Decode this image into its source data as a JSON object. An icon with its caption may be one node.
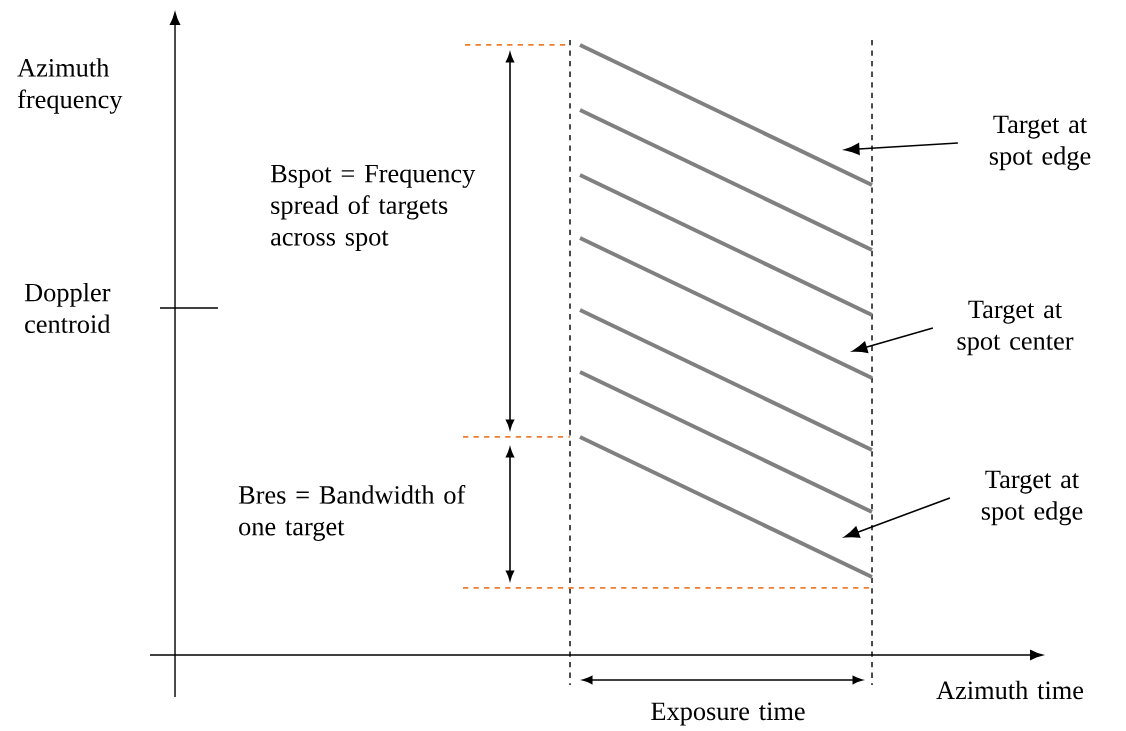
{
  "diagram": {
    "nodes": [
      {
        "text": [
          "Target at spot edge"
        ]
      },
      {
        "text": [
          "Target at spot center"
        ]
      },
      {
        "text": [
          "Target at spot edge"
        ]
      }
    ],
    "edges": [
      {
        "from": 0,
        "to": null,
        "arrow": "to"
      },
      {
        "from": 1,
        "to": null,
        "arrow": "to"
      },
      {
        "from": 2,
        "to": null,
        "arrow": "to"
      }
    ],
    "labels": [
      "Azimuth frequency",
      "Bspot = Frequency spread of targets across spot",
      "Doppler centroid",
      "Bres = Bandwidth of one target",
      "Azimuth time",
      "Exposure time"
    ]
  }
}
